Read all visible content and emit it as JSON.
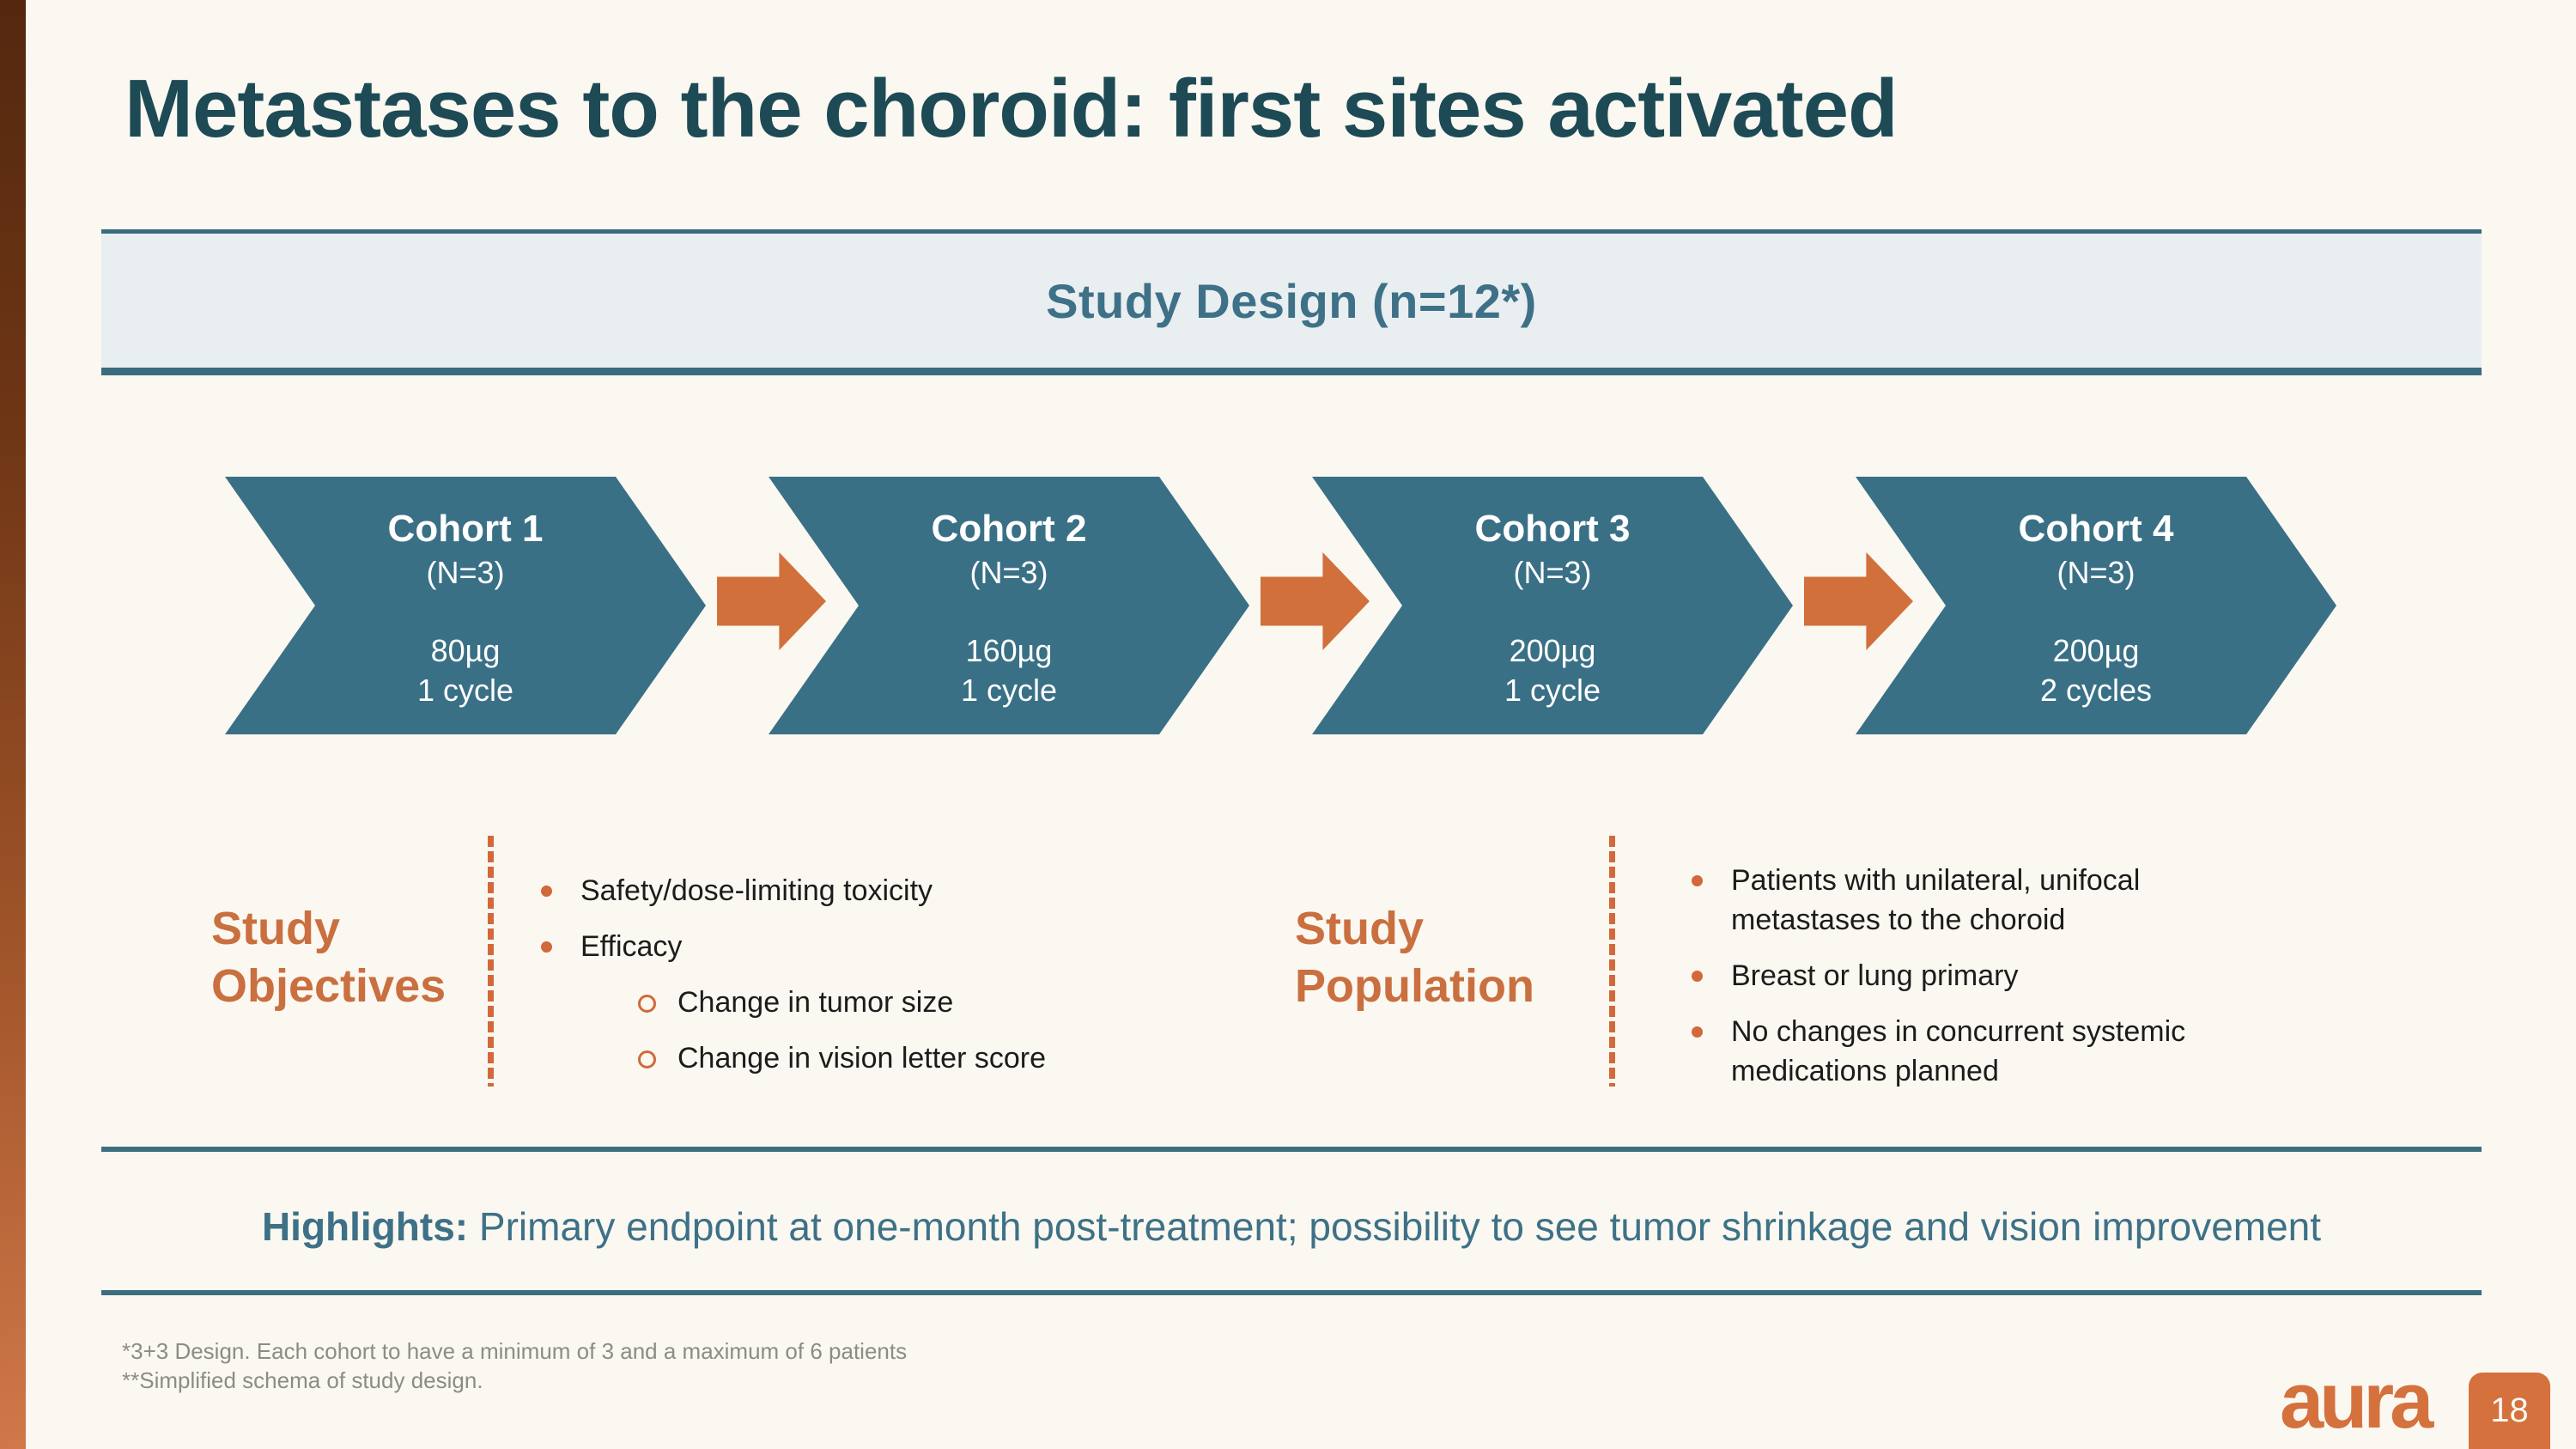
{
  "slide": {
    "title": "Metastases to the choroid: first sites activated",
    "banner": {
      "title": "Study Design (n=12*)"
    },
    "cohorts": [
      {
        "name": "Cohort 1",
        "n": "(N=3)",
        "dose": "80µg",
        "cycles": "1 cycle"
      },
      {
        "name": "Cohort 2",
        "n": "(N=3)",
        "dose": "160µg",
        "cycles": "1 cycle"
      },
      {
        "name": "Cohort 3",
        "n": "(N=3)",
        "dose": "200µg",
        "cycles": "1 cycle"
      },
      {
        "name": "Cohort 4",
        "n": "(N=3)",
        "dose": "200µg",
        "cycles": "2 cycles"
      }
    ],
    "objectives": {
      "heading": "Study Objectives",
      "item1": "Safety/dose-limiting toxicity",
      "item2": "Efficacy",
      "sub1": "Change in tumor size",
      "sub2": "Change in vision letter score"
    },
    "population": {
      "heading": "Study Population",
      "item1": "Patients with unilateral, unifocal metastases to the choroid",
      "item2": "Breast or lung primary",
      "item3": "No changes in concurrent systemic medications planned"
    },
    "highlights": {
      "label": "Highlights:",
      "text": " Primary endpoint at one-month post-treatment; possibility to see tumor shrinkage and vision improvement"
    },
    "footnotes": {
      "line1": "*3+3 Design. Each cohort to have a minimum of 3 and a maximum of 6 patients",
      "line2": "**Simplified schema of study design."
    },
    "footer": {
      "logo": "aura",
      "page_number": "18"
    },
    "colors": {
      "background": "#FAF8F1",
      "teal_title": "#1D4A55",
      "teal_shape": "#3A7086",
      "teal_text": "#3E7187",
      "banner_fill": "#E9EEF1",
      "orange_accent": "#D2703C",
      "orange_heading": "#CA6F3F",
      "footnote_gray": "#8C8B86"
    }
  }
}
